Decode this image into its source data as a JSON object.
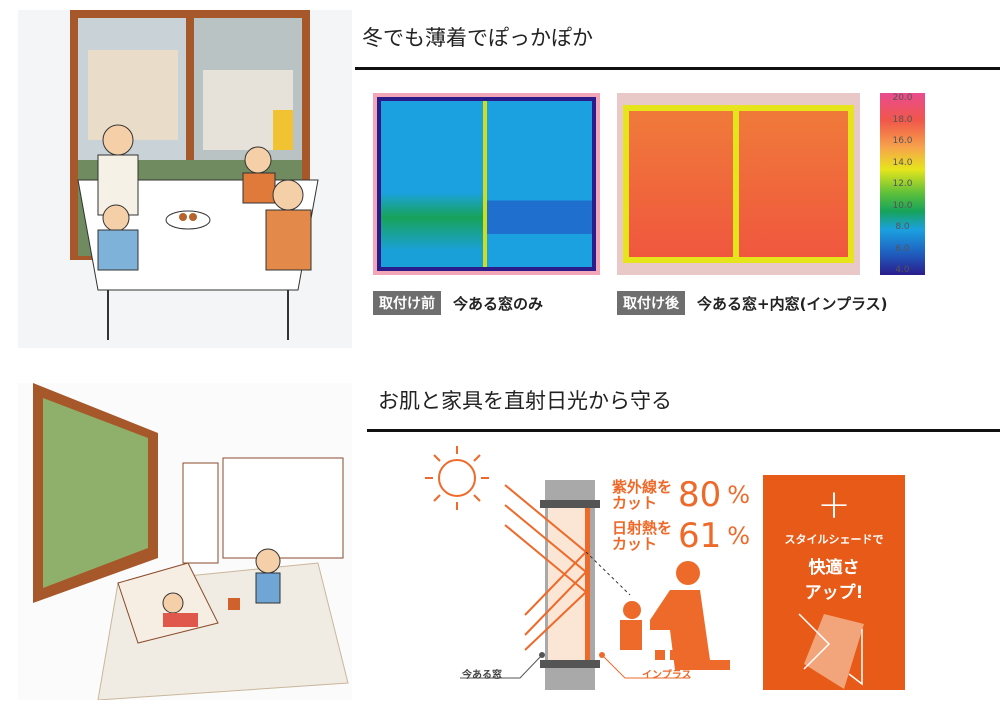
{
  "section1": {
    "title": "冬でも薄着でぽっかぽか",
    "before": {
      "tag": "取付け前",
      "caption": "今ある窓のみ"
    },
    "after": {
      "tag": "取付け後",
      "caption": "今ある窓+内窓(インプラス)"
    },
    "colorbar": [
      "20.0",
      "18.0",
      "16.0",
      "14.0",
      "12.0",
      "10.0",
      "8.0",
      "6.0",
      "4.0"
    ]
  },
  "section2": {
    "title": "お肌と家具を直射日光から守る",
    "uv_label": "紫外線を",
    "uv_cut": "カット",
    "uv_value": "80",
    "heat_label": "日射熱を",
    "heat_cut": "カット",
    "heat_value": "61",
    "percent": "%",
    "existing_window": "今ある窓",
    "inplus": "インプラス",
    "box": {
      "plus": "+",
      "line1": "スタイルシェードで",
      "line2": "快適さ",
      "line3": "アップ!"
    }
  },
  "colors": {
    "accent": "#e85a17"
  }
}
